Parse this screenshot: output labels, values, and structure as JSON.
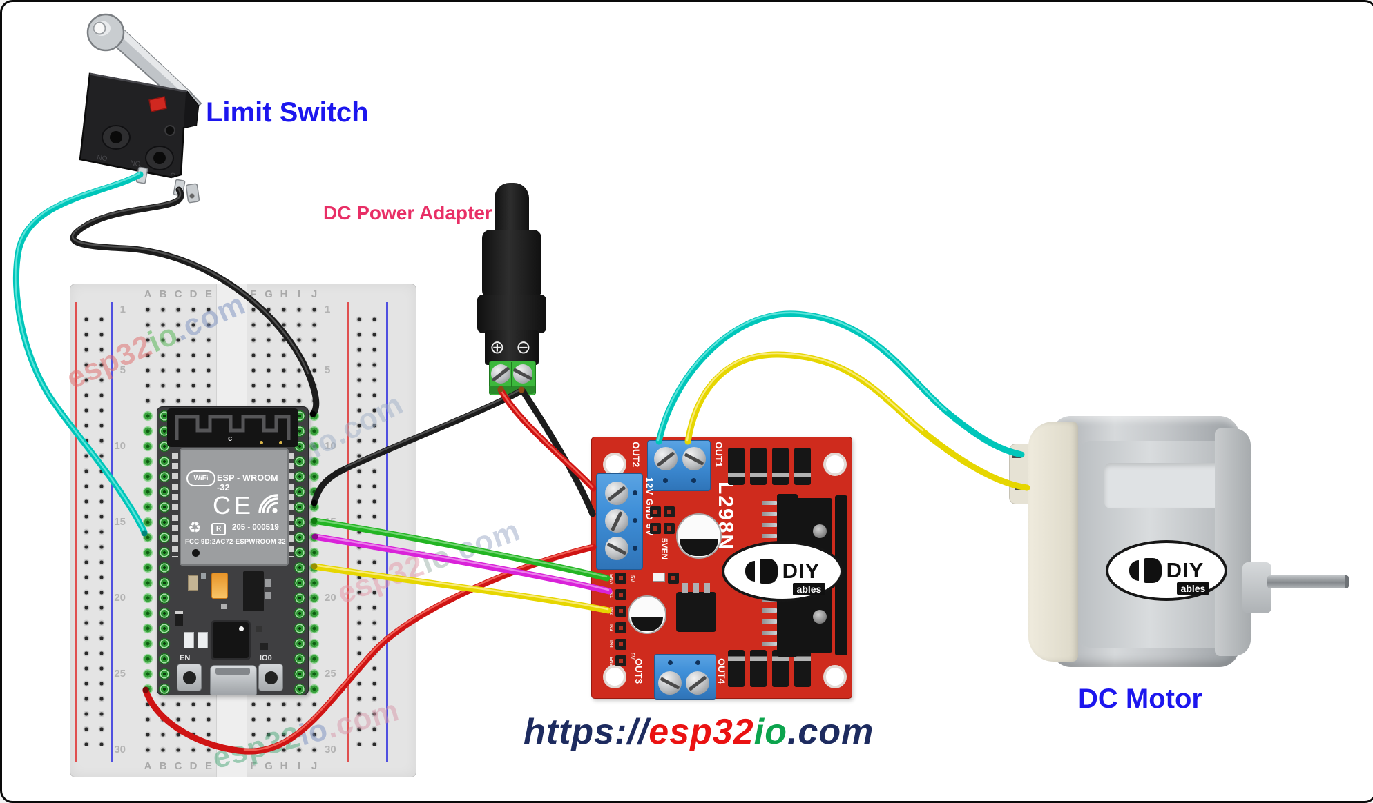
{
  "labels": {
    "limit_switch": {
      "text": "Limit Switch",
      "color": "#1c16ee"
    },
    "dc_power_adapter": {
      "text": "DC Power Adapter",
      "color": "#e82f66"
    },
    "dc_motor": {
      "text": "DC Motor",
      "color": "#1c16ee"
    }
  },
  "site_url": {
    "protocol": "https://",
    "name": "esp32",
    "suffix": "io",
    "domain": ".com",
    "protocol_color": "#1d2b5f",
    "name_color": "#ea1212",
    "suffix_color": "#0ca44d",
    "domain_color": "#1d2b5f"
  },
  "watermark": {
    "part1": "esp32",
    "part2": "io",
    "part3": ".com"
  },
  "breadboard": {
    "column_letters": [
      "A",
      "B",
      "C",
      "D",
      "E",
      "F",
      "G",
      "H",
      "I",
      "J"
    ],
    "row_numbers": [
      "1",
      "5",
      "10",
      "15",
      "20",
      "25",
      "30"
    ]
  },
  "esp32_board": {
    "wifi_logo": "WiFi",
    "module_name": "ESP - WROOM -32",
    "ce_mark": "CE",
    "recycle_icon": "♻",
    "r_mark": "R",
    "cert_number": "205 - 000519",
    "fcc_id": "FCC 9D:2AC72-ESPWROOM 32",
    "antenna_label": "c",
    "en_button": "EN",
    "boot_button": "IO0"
  },
  "l298n_board": {
    "chip_name": "L298N",
    "out1": "OUT1",
    "out2": "OUT2",
    "out3": "OUT3",
    "out4": "OUT4",
    "power_pins": "12V GND 5V",
    "jumper_label": "5VEN",
    "pin_labels": [
      "ENA",
      "IN1",
      "IN2",
      "IN3",
      "IN4",
      "ENB"
    ],
    "aux_pin_top": "5V",
    "aux_pin_bottom": "5V",
    "logo_diy": "DIY",
    "logo_ables": "ables",
    "board_color": "#cf2b1d",
    "terminal_color": "#3f8fd8"
  },
  "dc_motor_part": {
    "logo_diy": "DIY",
    "logo_ables": "ables"
  },
  "power_adapter": {
    "plus_symbol": "⊕",
    "minus_symbol": "⊖",
    "terminal_color": "#3cb83c"
  },
  "limit_switch_part": {
    "no_label": "NO",
    "c_label": "C"
  },
  "wires": [
    {
      "name": "limit-switch-to-breadboard",
      "color_name": "cyan",
      "hex": "#00c6ba"
    },
    {
      "name": "limit-switch-to-esp32-gpio",
      "color_name": "black",
      "hex": "#1c1c1c"
    },
    {
      "name": "adapter-gnd-to-esp32",
      "color_name": "black",
      "hex": "#1c1c1c"
    },
    {
      "name": "adapter-gnd-to-l298n",
      "color_name": "black",
      "hex": "#1c1c1c"
    },
    {
      "name": "adapter-12v-to-l298n",
      "color_name": "red",
      "hex": "#cf1414"
    },
    {
      "name": "l298n-5v-to-esp32",
      "color_name": "red",
      "hex": "#cf1414"
    },
    {
      "name": "esp32-to-l298n-ena",
      "color_name": "green",
      "hex": "#23b523"
    },
    {
      "name": "esp32-to-l298n-in1",
      "color_name": "magenta",
      "hex": "#d922d9"
    },
    {
      "name": "esp32-to-l298n-in2",
      "color_name": "yellow",
      "hex": "#e6d600"
    },
    {
      "name": "l298n-out2-to-motor",
      "color_name": "cyan",
      "hex": "#00c6ba"
    },
    {
      "name": "l298n-out1-to-motor",
      "color_name": "yellow",
      "hex": "#e6d600"
    }
  ]
}
